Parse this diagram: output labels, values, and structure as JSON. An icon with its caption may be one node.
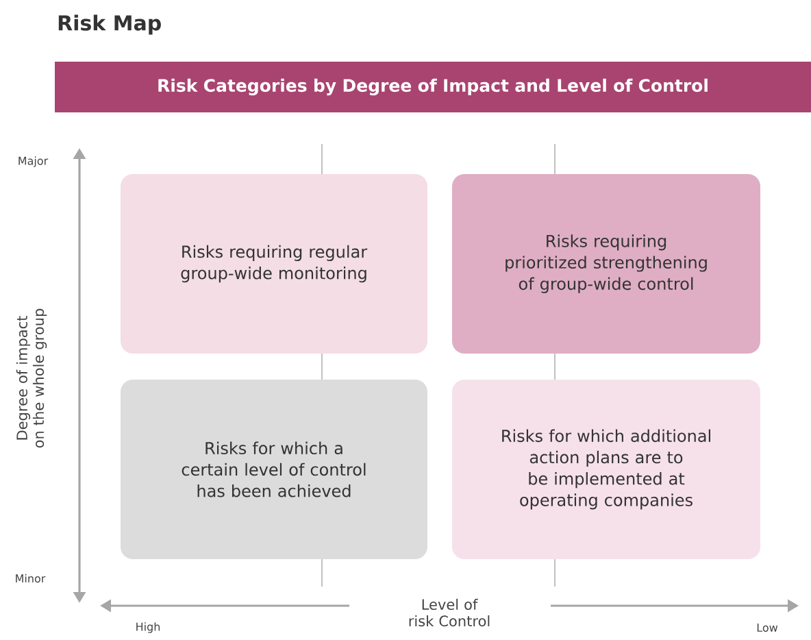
{
  "diagram": {
    "title": "Risk Map",
    "nodes": [
      {
        "text": [
          "Risk Categories by Degree of Impact and Level of Control"
        ]
      },
      {
        "text": [
          "Risks requiring regular group-wide monitoring"
        ]
      },
      {
        "text": [
          "Risks requiring prioritized strengthening of group-wide control"
        ]
      },
      {
        "text": [
          "Risks for which a certain level of control has been achieved"
        ]
      },
      {
        "text": [
          "Risks for which additional action plans are to be implemented at operating companies"
        ]
      }
    ],
    "labels": [
      "Major",
      "Degree of impact on the whole group",
      "Minor",
      "Level of risk Control",
      "High",
      "Low"
    ]
  }
}
